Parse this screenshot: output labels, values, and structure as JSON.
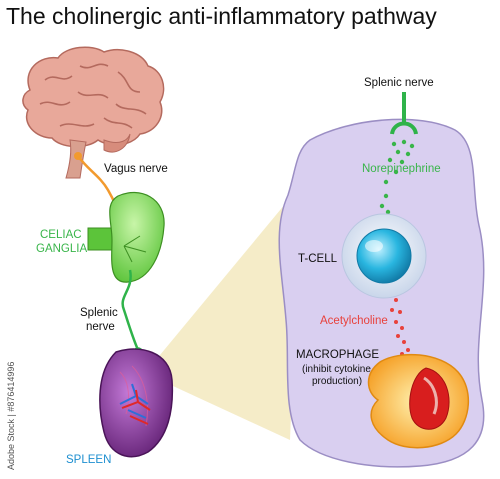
{
  "title": "The cholinergic anti-inflammatory pathway",
  "labels": {
    "vagus_nerve": "Vagus nerve",
    "celiac_ganglia_line1": "CELIAC",
    "celiac_ganglia_line2": "GANGLIA",
    "splenic_nerve_left_line1": "Splenic",
    "splenic_nerve_left_line2": "nerve",
    "spleen": "SPLEEN",
    "splenic_nerve_right": "Splenic nerve",
    "norepinephrine": "Norepinephrine",
    "t_cell": "T-CELL",
    "acetylcholine": "Acetylcholine",
    "macrophage": "MACROPHAGE",
    "macrophage_note_line1": "(inhibit cytokine",
    "macrophage_note_line2": "production)"
  },
  "side_id": "Adobe Stock | #876414996",
  "colors": {
    "brain": "#e8a89a",
    "ganglia": "#7ed957",
    "spleen": "#7b2d8e",
    "panel": "#d9cff0",
    "tcell": "#29b6e0",
    "macrophage": "#f5a623",
    "macrophage_nucleus": "#d81e1e",
    "nerve_orange": "#f29a2e",
    "nerve_green": "#2fb34a",
    "norepinephrine": "#39b54a",
    "acetylcholine": "#e8413c",
    "zoom_cone": "#f5ecc8"
  }
}
